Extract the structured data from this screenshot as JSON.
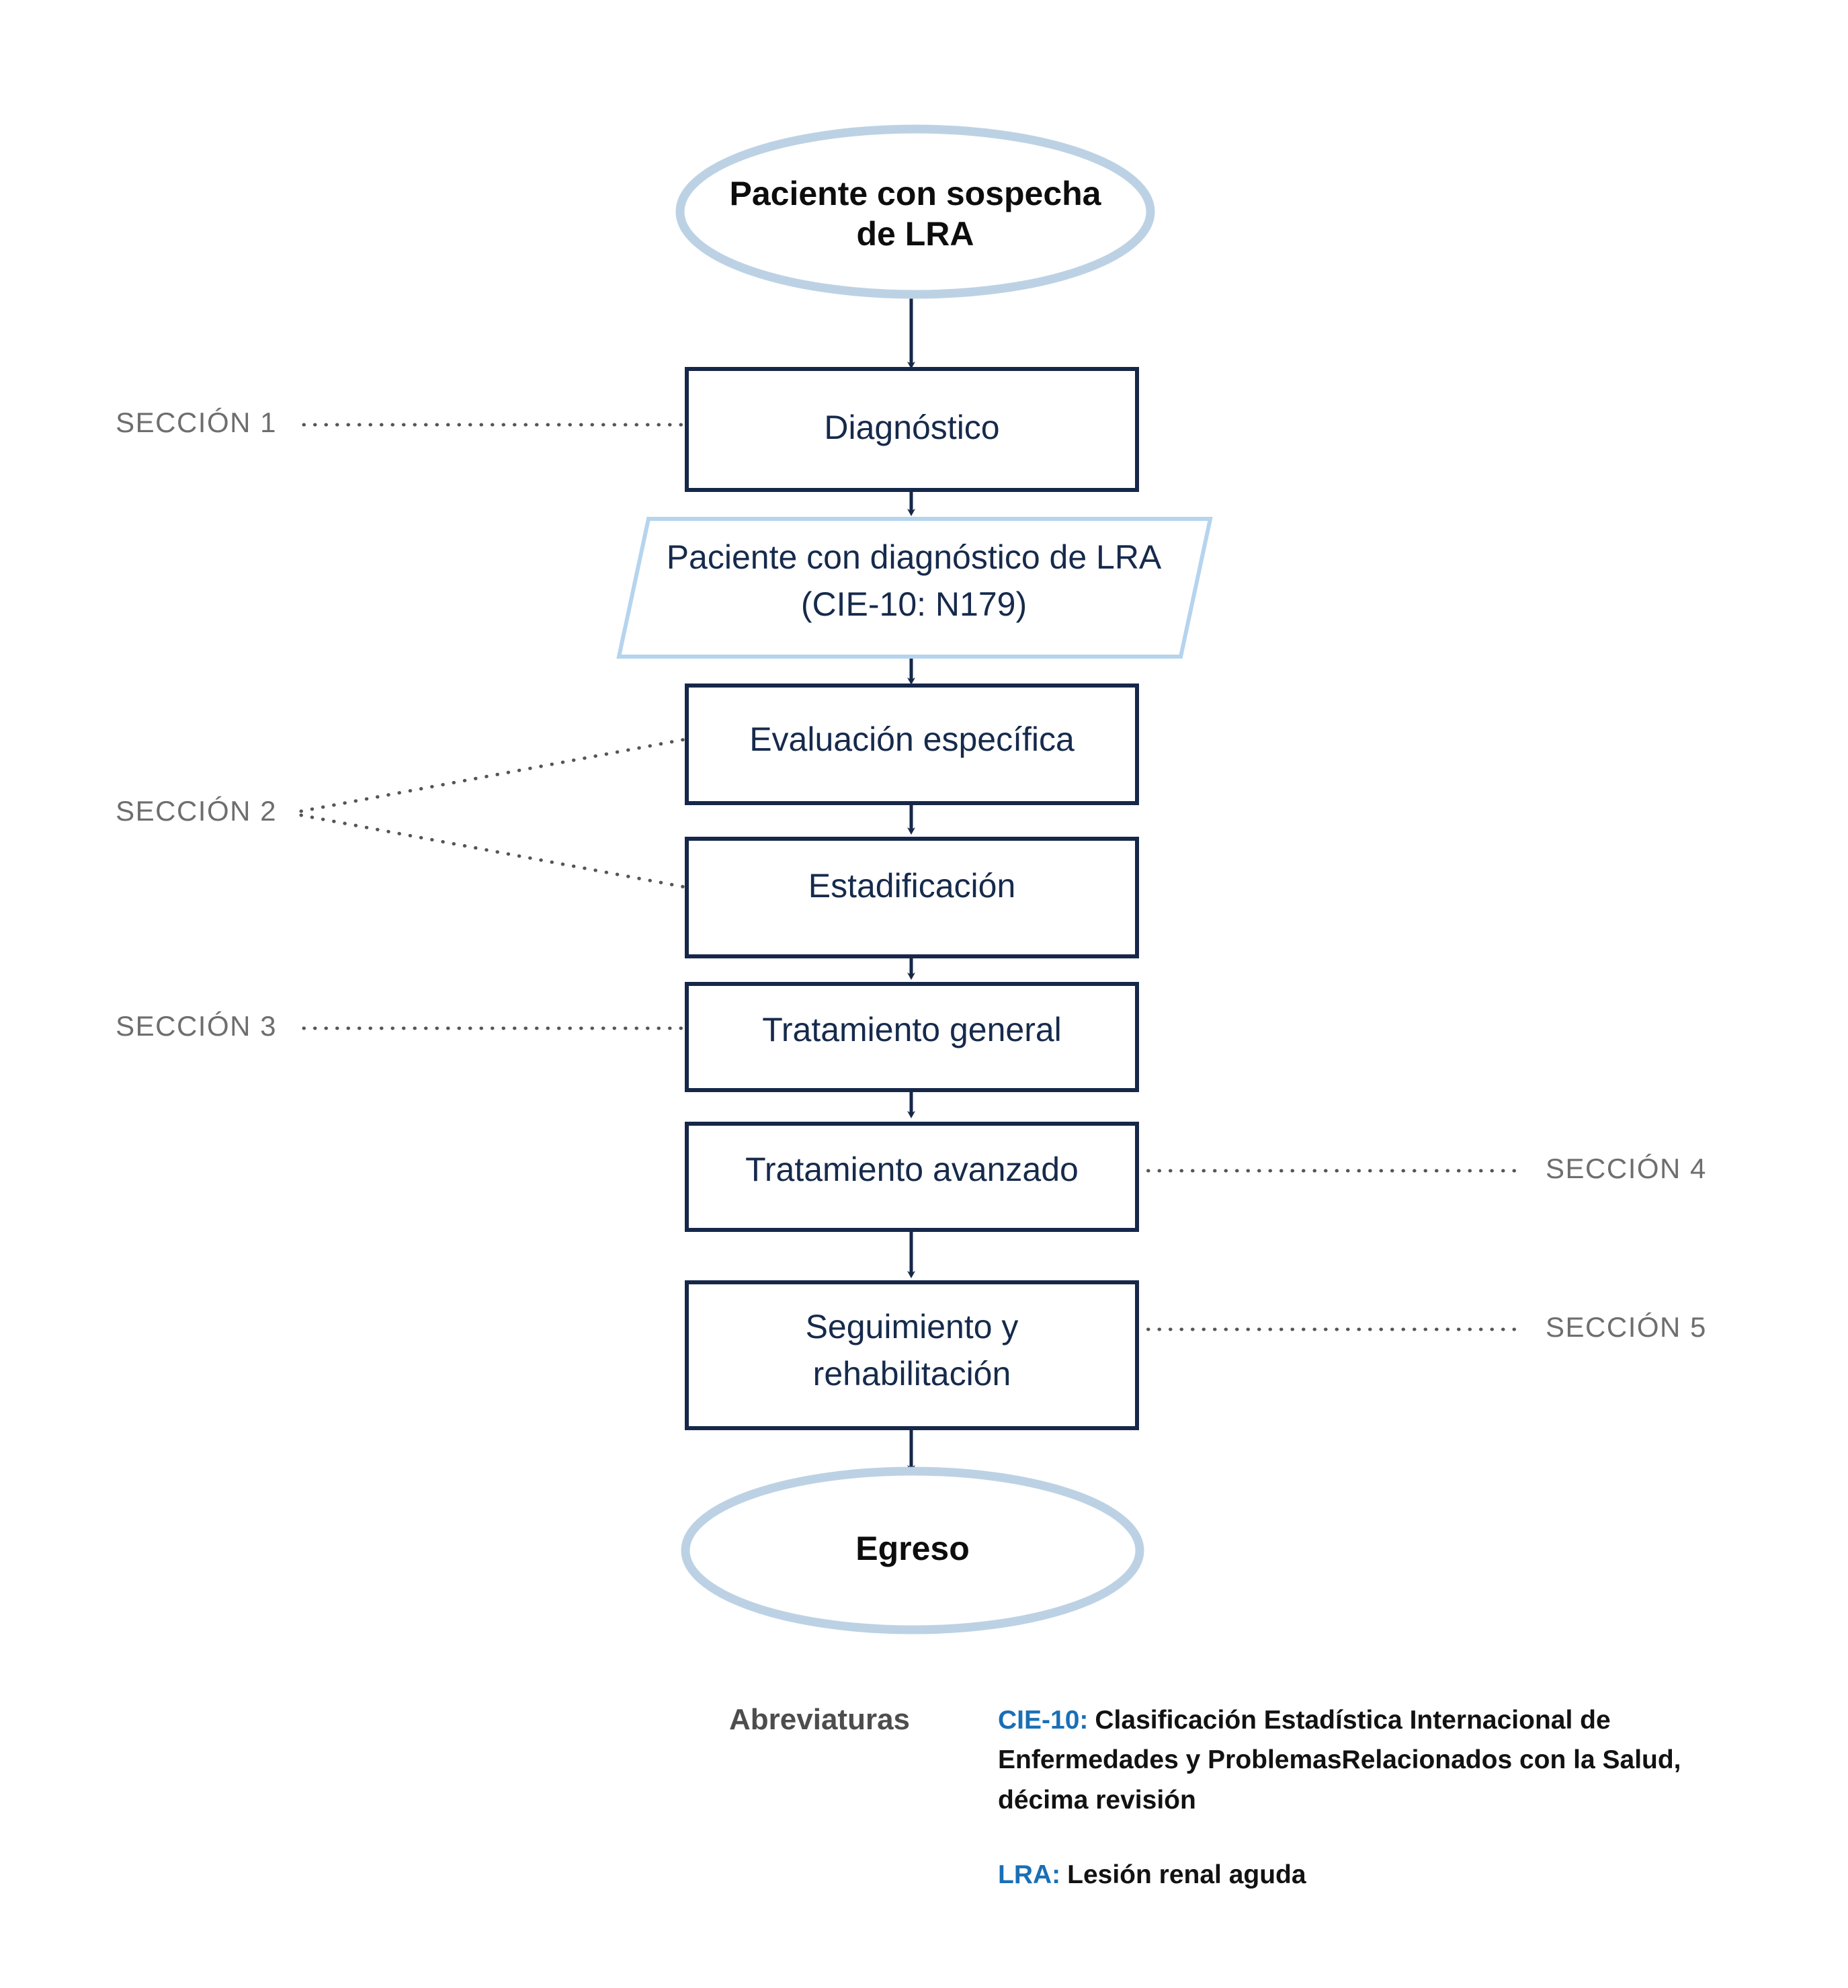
{
  "diagram": {
    "title": "Flujograma de atención de Lesión Renal Aguda",
    "colors": {
      "box_border": "#16274a",
      "box_text": "#162a4c",
      "terminal_border": "#bcd2e4",
      "terminal_text": "#0d0d0d",
      "parallelogram_border": "#b5d4ee",
      "section_label": "#6e6e6e",
      "leader_line": "#555555",
      "accent_blue": "#1a6fb5",
      "abbrev_title": "#4d4d4d",
      "background": "#ffffff"
    },
    "nodes": [
      {
        "id": "start",
        "shape": "ellipse",
        "lines": [
          "Paciente con sospecha",
          "de LRA"
        ]
      },
      {
        "id": "dx",
        "shape": "rectangle",
        "lines": [
          "Diagnóstico"
        ]
      },
      {
        "id": "dxdata",
        "shape": "parallelogram",
        "lines": [
          "Paciente con diagnóstico de LRA",
          "(CIE-10: N179)"
        ]
      },
      {
        "id": "eval",
        "shape": "rectangle",
        "lines": [
          "Evaluación específica"
        ]
      },
      {
        "id": "stage",
        "shape": "rectangle",
        "lines": [
          "Estadificación"
        ]
      },
      {
        "id": "txgen",
        "shape": "rectangle",
        "lines": [
          "Tratamiento general"
        ]
      },
      {
        "id": "txadv",
        "shape": "rectangle",
        "lines": [
          "Tratamiento avanzado"
        ]
      },
      {
        "id": "followup",
        "shape": "rectangle",
        "lines": [
          "Seguimiento y",
          "rehabilitación"
        ]
      },
      {
        "id": "end",
        "shape": "ellipse",
        "lines": [
          "Egreso"
        ]
      }
    ],
    "edges": [
      {
        "from": "start",
        "to": "dx"
      },
      {
        "from": "dx",
        "to": "dxdata"
      },
      {
        "from": "dxdata",
        "to": "eval"
      },
      {
        "from": "eval",
        "to": "stage"
      },
      {
        "from": "stage",
        "to": "txgen"
      },
      {
        "from": "txgen",
        "to": "txadv"
      },
      {
        "from": "txadv",
        "to": "followup"
      },
      {
        "from": "followup",
        "to": "end"
      }
    ],
    "sections": [
      {
        "id": "s1",
        "label": "SECCIÓN 1",
        "side": "left",
        "targets": [
          "dx"
        ]
      },
      {
        "id": "s2",
        "label": "SECCIÓN 2",
        "side": "left",
        "targets": [
          "eval",
          "stage"
        ]
      },
      {
        "id": "s3",
        "label": "SECCIÓN 3",
        "side": "left",
        "targets": [
          "txgen"
        ]
      },
      {
        "id": "s4",
        "label": "SECCIÓN 4",
        "side": "right",
        "targets": [
          "txadv"
        ]
      },
      {
        "id": "s5",
        "label": "SECCIÓN 5",
        "side": "right",
        "targets": [
          "followup"
        ]
      }
    ]
  },
  "abbreviations": {
    "title": "Abreviaturas",
    "items": [
      {
        "key": "CIE-10:",
        "definition": "Clasificación Estadística Internacional de Enfermedades y ProblemasRelacionados con la Salud, décima revisión"
      },
      {
        "key": "LRA:",
        "definition": "Lesión renal aguda"
      }
    ]
  },
  "node_text": {
    "start_line1": "Paciente con sospecha",
    "start_line2": "de LRA",
    "dx": "Diagnóstico",
    "dxdata_line1": "Paciente con diagnóstico de LRA",
    "dxdata_line2": "(CIE-10: N179)",
    "eval": "Evaluación específica",
    "stage": "Estadificación",
    "txgen": "Tratamiento general",
    "txadv": "Tratamiento avanzado",
    "followup_line1": "Seguimiento y",
    "followup_line2": "rehabilitación",
    "end": "Egreso"
  },
  "section_text": {
    "s1": "SECCIÓN 1",
    "s2": "SECCIÓN 2",
    "s3": "SECCIÓN 3",
    "s4": "SECCIÓN 4",
    "s5": "SECCIÓN 5"
  }
}
